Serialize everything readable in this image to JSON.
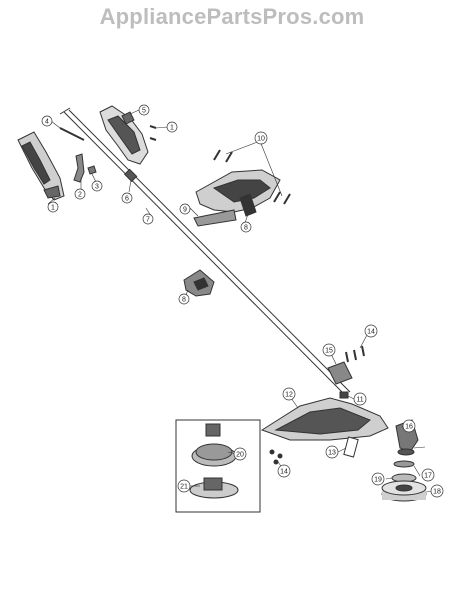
{
  "watermark": "AppliancePartsPros.com",
  "callouts": [
    {
      "id": "c1a",
      "label": "1"
    },
    {
      "id": "c1b",
      "label": "1"
    },
    {
      "id": "c2",
      "label": "2"
    },
    {
      "id": "c3",
      "label": "3"
    },
    {
      "id": "c4",
      "label": "4"
    },
    {
      "id": "c5",
      "label": "5"
    },
    {
      "id": "c6",
      "label": "6"
    },
    {
      "id": "c7",
      "label": "7"
    },
    {
      "id": "c8a",
      "label": "8"
    },
    {
      "id": "c8b",
      "label": "8"
    },
    {
      "id": "c9",
      "label": "9"
    },
    {
      "id": "c10",
      "label": "10"
    },
    {
      "id": "c11",
      "label": "11"
    },
    {
      "id": "c12",
      "label": "12"
    },
    {
      "id": "c13",
      "label": "13"
    },
    {
      "id": "c14a",
      "label": "14"
    },
    {
      "id": "c14b",
      "label": "14"
    },
    {
      "id": "c15",
      "label": "15"
    },
    {
      "id": "c16",
      "label": "16"
    },
    {
      "id": "c17",
      "label": "17"
    },
    {
      "id": "c18",
      "label": "18"
    },
    {
      "id": "c19",
      "label": "19"
    },
    {
      "id": "c20",
      "label": "20"
    },
    {
      "id": "c21",
      "label": "21"
    }
  ]
}
